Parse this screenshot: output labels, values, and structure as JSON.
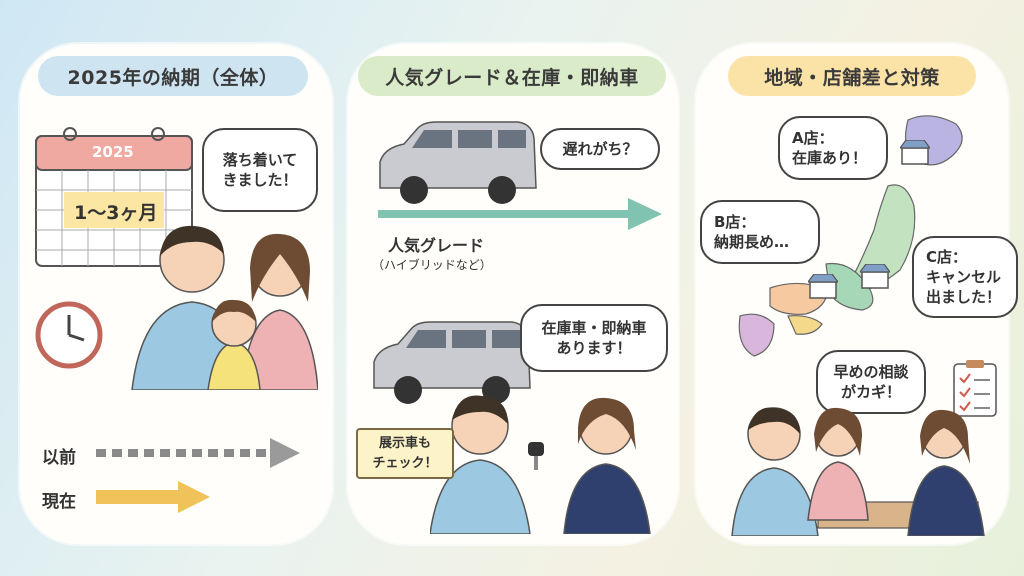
{
  "panel1": {
    "title": "2025年の納期（全体）",
    "calendar_year": "2025",
    "calendar_range": "1〜3ヶ月",
    "bubble": [
      "落ち着いて",
      "きました！"
    ],
    "before_label": "以前",
    "now_label": "現在"
  },
  "panel2": {
    "title": "人気グレード＆在庫・即納車",
    "bubble_top": "遅れがち？",
    "grade_label": "人気グレード",
    "grade_note": "（ハイブリッドなど）",
    "bubble_bottom": [
      "在庫車・即納車",
      "あります！"
    ],
    "sign": [
      "展示車も",
      "チェック！"
    ]
  },
  "panel3": {
    "title": "地域・店舗差と対策",
    "bubble_a": [
      "A店：",
      "在庫あり！"
    ],
    "bubble_b": [
      "B店：",
      "納期長め…"
    ],
    "bubble_c": [
      "C店：",
      "キャンセル",
      "出ました！"
    ],
    "bubble_advice": [
      "早めの相談",
      "がカギ！"
    ]
  },
  "colors": {
    "tab1": "#cfe4f1",
    "tab2": "#d9ebc8",
    "tab3": "#fbe2a6",
    "arrow_before": "#9a9a9a",
    "arrow_now": "#f0c35a",
    "arrow_grade": "#7fc3b0"
  },
  "icons": [
    "calendar-icon",
    "clock-icon",
    "minivan-icon",
    "shop-icon",
    "map-of-japan-icon",
    "checklist-icon",
    "car-key-icon"
  ]
}
